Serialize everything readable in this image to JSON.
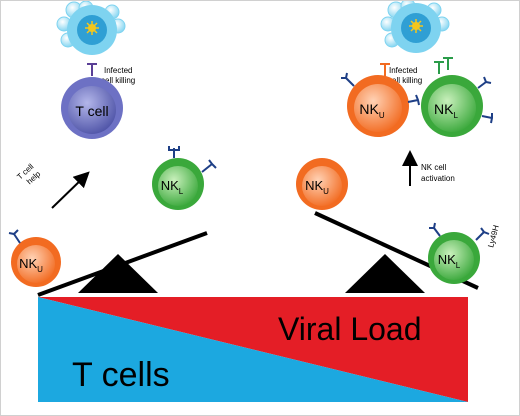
{
  "colors": {
    "red": "#e41e26",
    "blue": "#1ca8e0",
    "nk_unlicensed": "#f47f43",
    "nk_licensed": "#4fb948",
    "t_cell": "#5a5fb0",
    "infected_cell": "#7ed3f0",
    "receptor_blue": "#1e3f86",
    "receptor_orange": "#f26b21",
    "receptor_green": "#2a9c49",
    "receptor_purple": "#5a3f96",
    "fulcrum": "#000000"
  },
  "left": {
    "infected_label_line1": "Infected",
    "infected_label_line2": "cell killing",
    "t_cell_label": "T cell",
    "help_line1": "T cell",
    "help_line2": "help",
    "nk_licensed": {
      "main": "NK",
      "sub": "L"
    },
    "nk_unlicensed": {
      "main": "NK",
      "sub": "U"
    }
  },
  "right": {
    "infected_label_line1": "Infected",
    "infected_label_line2": "cell killing",
    "activation_line1": "NK cell",
    "activation_line2": "activation",
    "nk_unlicensed_top": {
      "main": "NK",
      "sub": "U"
    },
    "nk_licensed_top": {
      "main": "NK",
      "sub": "L"
    },
    "nk_unlicensed_mid": {
      "main": "NK",
      "sub": "U"
    },
    "nk_licensed_bottom": {
      "main": "NK",
      "sub": "L"
    },
    "receptor_label": "Ly49H"
  },
  "bottom": {
    "viral_load": "Viral Load",
    "t_cells": "T cells"
  }
}
